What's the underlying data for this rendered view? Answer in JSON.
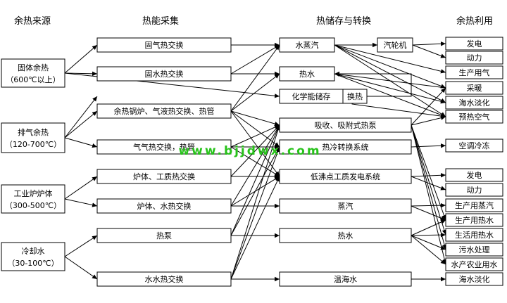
{
  "headers": [
    "余热来源",
    "热能采集",
    "热储存与转换",
    "余热利用"
  ],
  "watermark": "www.bjjdwx.com",
  "sources": [
    {
      "line1": "固体余热",
      "line2": "（600℃以上）"
    },
    {
      "line1": "排气余热",
      "line2": "（120-700℃）"
    },
    {
      "line1": "工业炉炉体",
      "line2": "（300-500℃）"
    },
    {
      "line1": "冷却水",
      "line2": "（30-100℃）"
    }
  ],
  "collection": [
    {
      "label": "固气热交换",
      "color": "#000000"
    },
    {
      "label": "固水热交换",
      "color": "#000000"
    },
    {
      "label": "余热锅炉、气液热交换、热管",
      "color": "#000000"
    },
    {
      "label": "气气热交换，热管",
      "color": "#000000"
    },
    {
      "label": "炉体、工质热交换",
      "color": "#000000"
    },
    {
      "label": "炉体、水热交换",
      "color": "#000000"
    },
    {
      "label": "热泵",
      "color": "#c0392b"
    },
    {
      "label": "水水热交换",
      "color": "#000000"
    }
  ],
  "storage": [
    {
      "label": "水蒸汽",
      "color": "#000000"
    },
    {
      "label": "汽轮机",
      "color": "#000000"
    },
    {
      "label": "热水",
      "color": "#000000"
    },
    {
      "label": "化学能储存",
      "color": "#000000"
    },
    {
      "label": "换热",
      "color": "#000000"
    },
    {
      "label": "吸收、吸附式热泵",
      "color": "#c0392b"
    },
    {
      "label": "热冷转换系统",
      "color": "#000000"
    },
    {
      "label": "低沸点工质发电系统",
      "color": "#000000"
    },
    {
      "label": "蒸汽",
      "color": "#000000"
    },
    {
      "label": "热水",
      "color": "#c0392b"
    },
    {
      "label": "温海水",
      "color": "#000000"
    }
  ],
  "utilization": [
    {
      "label": "发电",
      "color": "#000000"
    },
    {
      "label": "动力",
      "color": "#000000"
    },
    {
      "label": "生产用气",
      "color": "#000000"
    },
    {
      "label": "采暖",
      "color": "#000000"
    },
    {
      "label": "海水淡化",
      "color": "#000000"
    },
    {
      "label": "预热空气",
      "color": "#c0392b"
    },
    {
      "label": "空调冷冻",
      "color": "#000000"
    },
    {
      "label": "发电",
      "color": "#000000"
    },
    {
      "label": "动力",
      "color": "#000000"
    },
    {
      "label": "生产用蒸汽",
      "color": "#000000"
    },
    {
      "label": "生产用热水",
      "color": "#c0392b"
    },
    {
      "label": "生活用热水",
      "color": "#c0392b"
    },
    {
      "label": "污水处理",
      "color": "#c0392b"
    },
    {
      "label": "水产农业用水",
      "color": "#c0392b"
    },
    {
      "label": "海水淡化",
      "color": "#000000"
    }
  ]
}
